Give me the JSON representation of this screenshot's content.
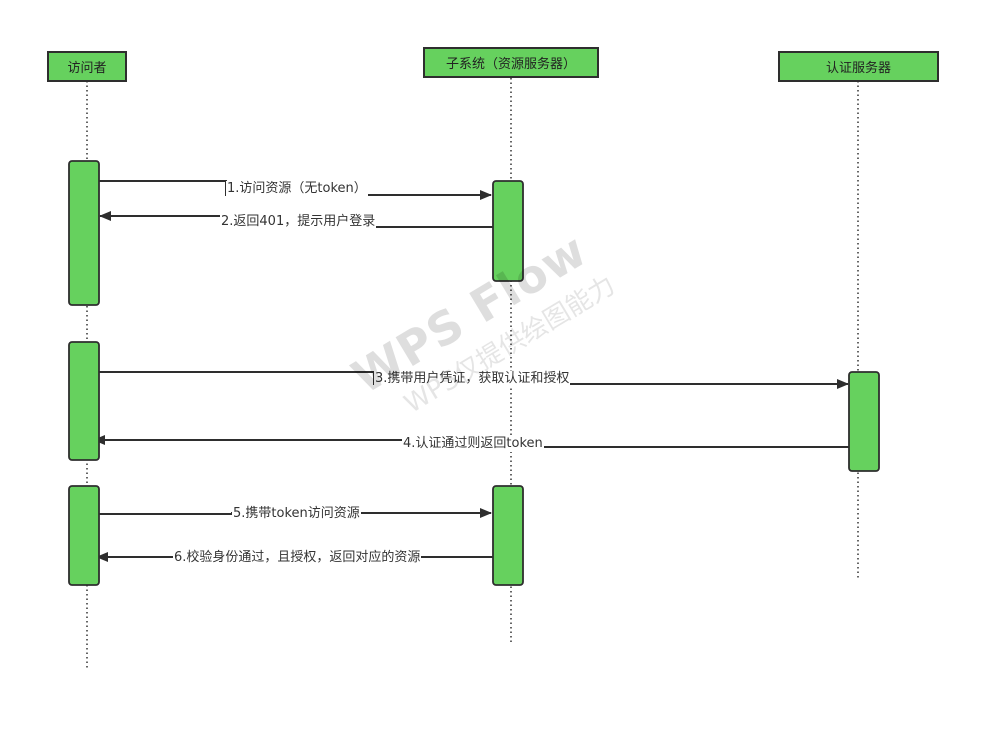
{
  "participants": [
    {
      "label": "访问者"
    },
    {
      "label": "子系统（资源服务器）"
    },
    {
      "label": "认证服务器"
    }
  ],
  "messages": [
    {
      "label": "1.访问资源（无token）"
    },
    {
      "label": "2.返回401，提示用户登录"
    },
    {
      "label": "3.携带用户凭证，获取认证和授权"
    },
    {
      "label": "4.认证通过则返回token"
    },
    {
      "label": "5.携带token访问资源"
    },
    {
      "label": "6.校验身份通过，且授权，返回对应的资源"
    }
  ],
  "watermark": {
    "main": "WPS Flow",
    "sub": "WPS仅提供绘图能力"
  },
  "colors": {
    "box_fill": "#66d15e",
    "stroke": "#2e2e2e"
  }
}
